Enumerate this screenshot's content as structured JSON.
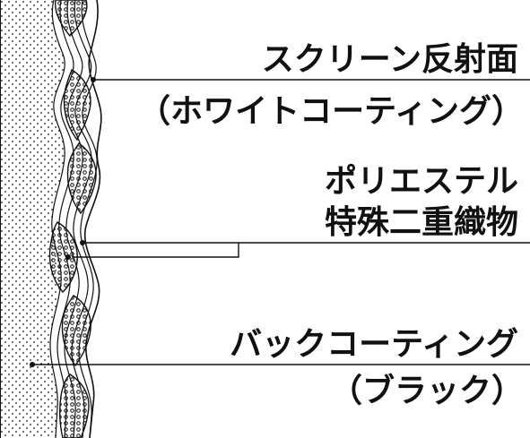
{
  "labels": {
    "screen_surface_line1": "スクリーン反射面",
    "screen_surface_line2": "（ホワイトコーティング）",
    "fabric_line1": "ポリエステル",
    "fabric_line2": "特殊二重織物",
    "back_line1": "バックコーティング",
    "back_line2": "（ブラック）"
  },
  "colors": {
    "ink": "#111111",
    "background": "#ffffff"
  }
}
